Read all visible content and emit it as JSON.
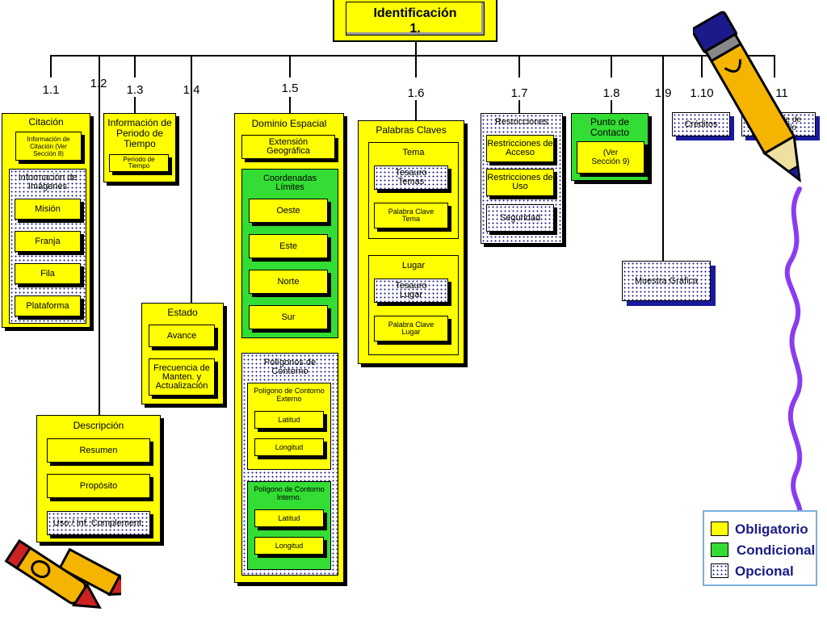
{
  "root": {
    "title": "Identificación",
    "number": "1."
  },
  "branches": [
    "1.1",
    "1.2",
    "1.3",
    "1.4",
    "1.5",
    "1.6",
    "1.7",
    "1.8",
    "1.9",
    "1.10",
    "11"
  ],
  "citacion": {
    "title": "Citación",
    "info_citacion": "Información de Citación (Ver Sección 8)",
    "info_imagenes": "Información de Imágenes",
    "items": [
      "Misión",
      "Franja",
      "Fila",
      "Plataforma"
    ]
  },
  "descripcion": {
    "title": "Descripción",
    "items": [
      "Resumen",
      "Propósito",
      "Uso / Inf. Complement."
    ]
  },
  "periodo": {
    "title": "Información de Periodo de Tiempo",
    "item": "Período de Tiempo"
  },
  "estado": {
    "title": "Estado",
    "items": [
      "Avance",
      "Frecuencia de Manten. y Actualización"
    ]
  },
  "dominio": {
    "title": "Dominio Espacial",
    "extension": "Extensión Geográfica",
    "coordenadas": {
      "title": "Coordenadas Límites",
      "items": [
        "Oeste",
        "Este",
        "Norte",
        "Sur"
      ]
    },
    "poligonos": {
      "title": "Polígonos de Contorno",
      "externo": {
        "title": "Polígono de Contorno Externo",
        "items": [
          "Latitud",
          "Longitud"
        ]
      },
      "interno": {
        "title": "Polígono de Contorno Interno.",
        "items": [
          "Latitud",
          "Longitud"
        ]
      }
    }
  },
  "palabras": {
    "title": "Palabras Claves",
    "tema": {
      "title": "Tema",
      "tesauro": "Tesauro Temas",
      "palabra": "Palabra Clave Tema"
    },
    "lugar": {
      "title": "Lugar",
      "tesauro": "Tesauro Lugar",
      "palabra": "Palabra Clave Lugar"
    }
  },
  "restricciones": {
    "title": "Restricciones",
    "items": [
      "Restricciones de Acceso",
      "Restricciones de Uso",
      "Seguridad"
    ]
  },
  "punto": {
    "title": "Punto de Contacto",
    "item": "(Ver Sección 9)"
  },
  "muestra": "Muestra Gráfica",
  "creditos": "Créditos",
  "ambiente": "Ambiente de desarrollo",
  "legend": {
    "items": [
      "Obligatorio",
      "Condicional",
      "Opcional"
    ]
  },
  "colors": {
    "mandatory": "#ffff00",
    "conditional": "#33dd33",
    "optional": "dotted",
    "legend_text": "#1a1a8a"
  }
}
